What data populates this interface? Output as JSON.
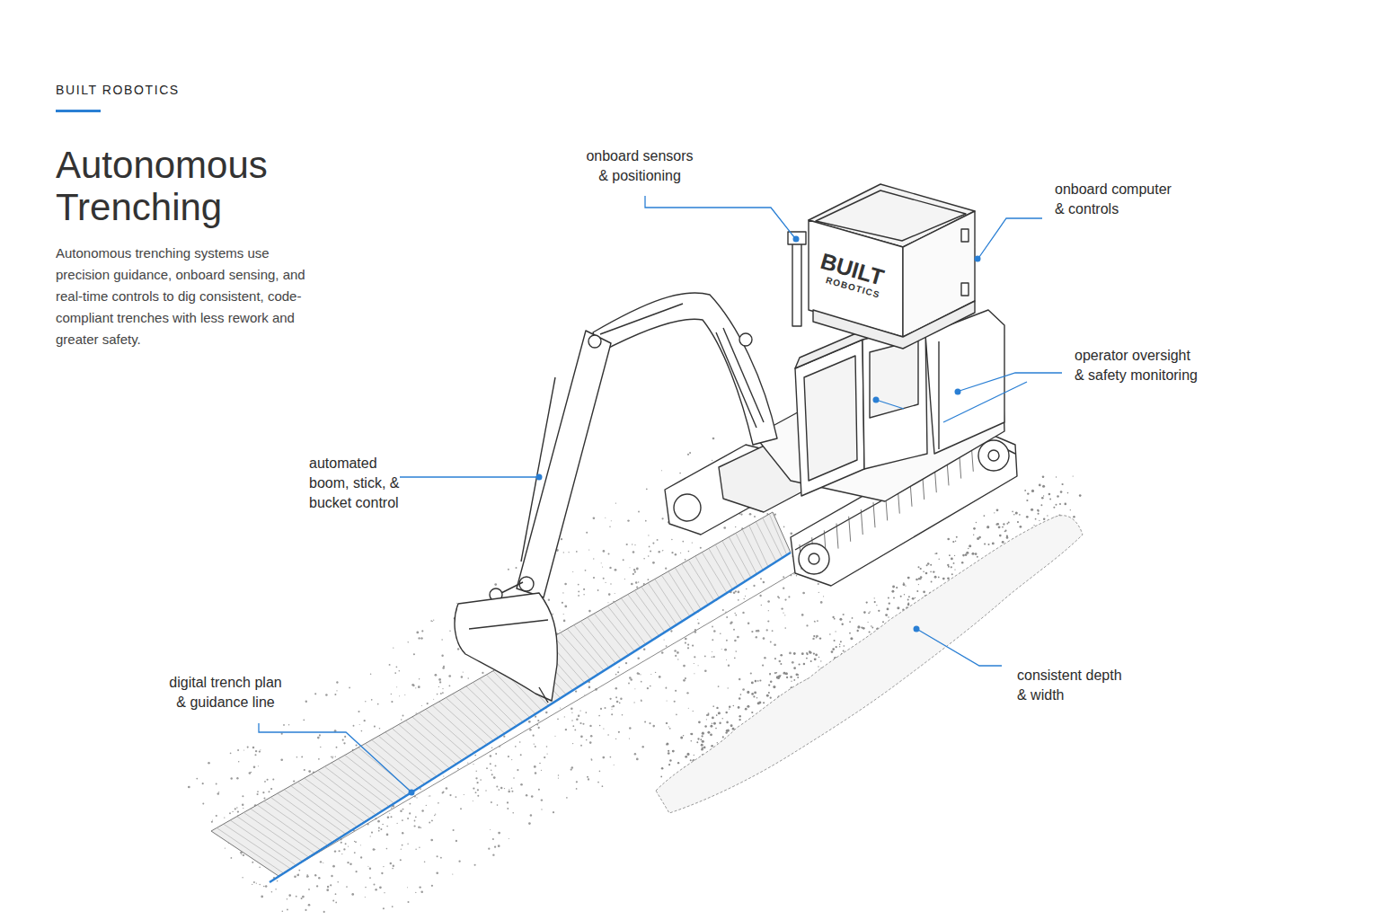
{
  "diagram": {
    "title": "Autonomous Trenching",
    "caption": "Autonomous trenching systems use precision guidance, onboard sensing, and real-time controls to dig consistent, code-compliant trenches with less rework and greater safety.",
    "labels": [
      "BUILT ROBOTICS",
      "onboard sensors & positioning",
      "onboard computer & controls",
      "operator oversight & safety monitoring",
      "automated boom, stick, & bucket control",
      "digital trench plan & guidance line",
      "consistent depth & width",
      "BUILT",
      "ROBOTICS"
    ]
  }
}
